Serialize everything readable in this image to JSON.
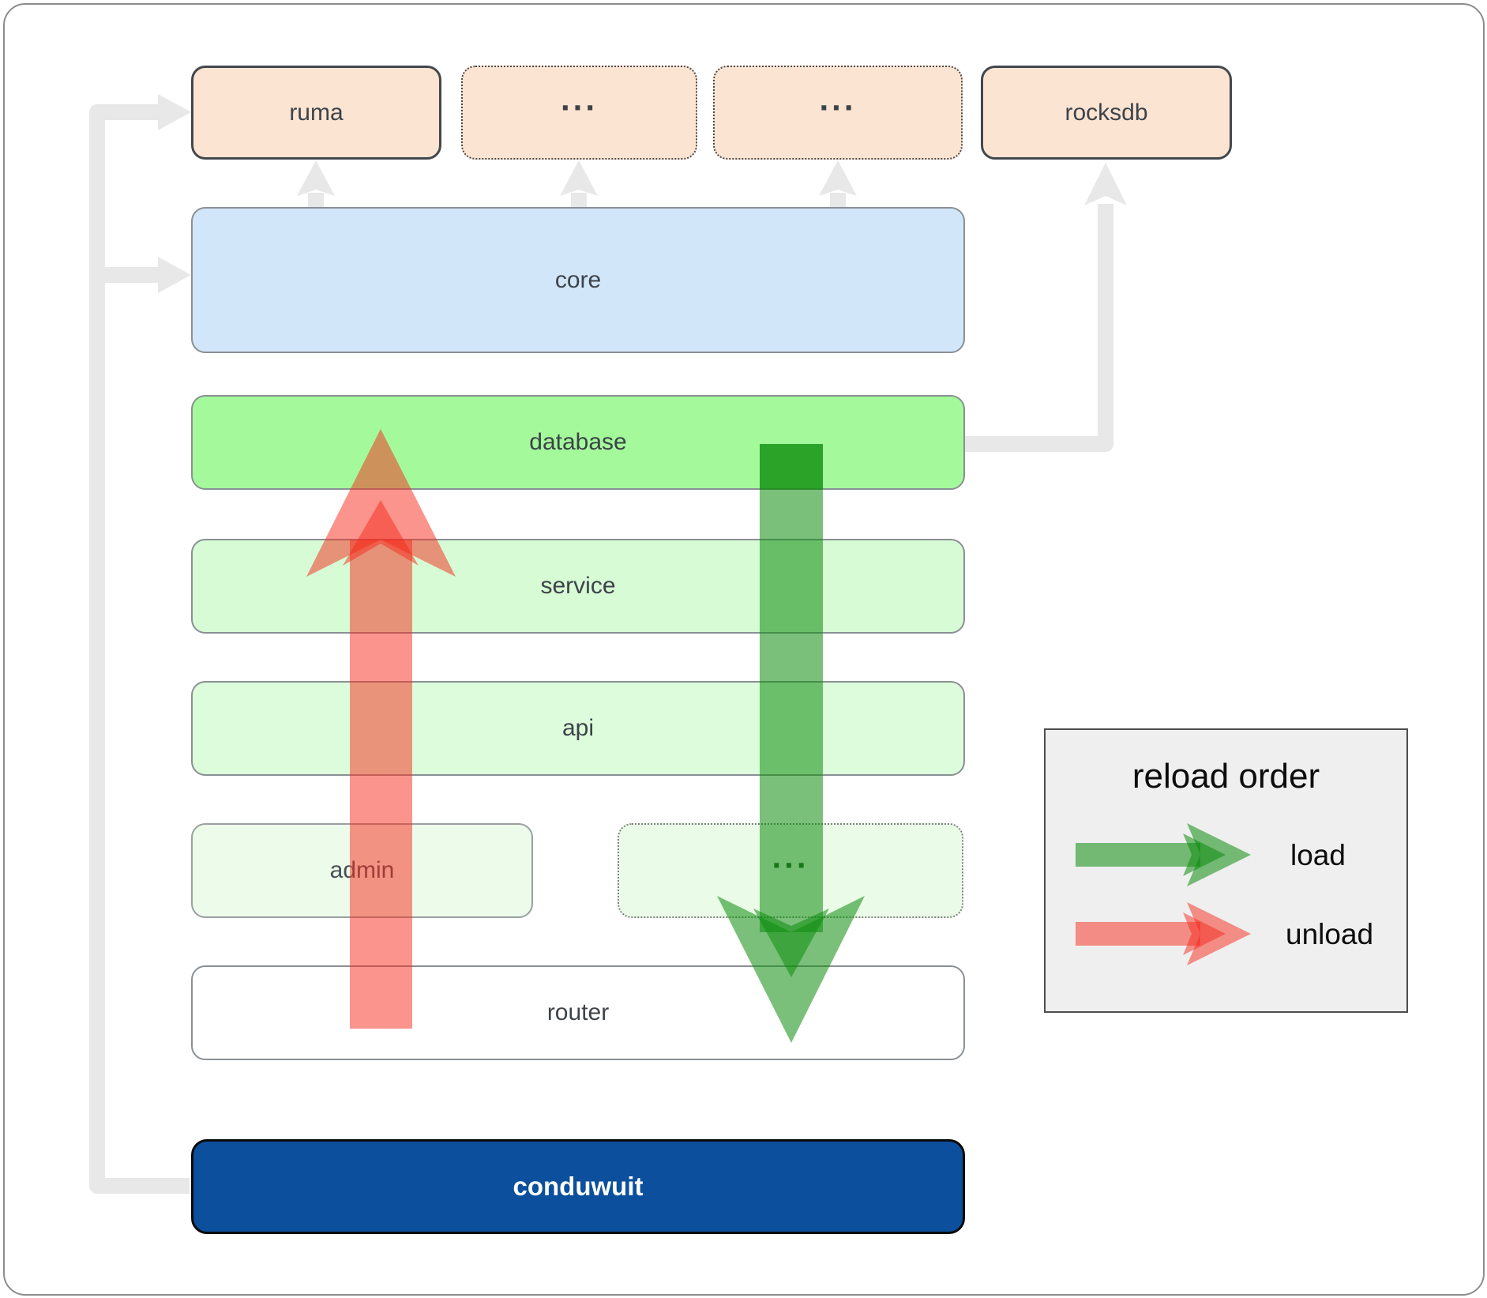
{
  "diagram": {
    "boxes": {
      "ruma": {
        "label": "ruma"
      },
      "ellipsis1": {
        "label": "..."
      },
      "ellipsis2": {
        "label": "..."
      },
      "rocksdb": {
        "label": "rocksdb"
      },
      "core": {
        "label": "core"
      },
      "database": {
        "label": "database"
      },
      "service": {
        "label": "service"
      },
      "api": {
        "label": "api"
      },
      "admin": {
        "label": "admin"
      },
      "ellipsis3": {
        "label": "..."
      },
      "router": {
        "label": "router"
      },
      "conduwuit": {
        "label": "conduwuit"
      }
    },
    "legend": {
      "title": "reload order",
      "items": [
        {
          "label": "load",
          "color": "#0c8c0c"
        },
        {
          "label": "unload",
          "color": "#f5291b"
        }
      ]
    },
    "colors": {
      "load_green": "#0c8c0c",
      "unload_red": "#f5291b",
      "connector_gray": "#e8e8e8",
      "peach": "#fce4d2",
      "core_blue": "#d2e6fa",
      "database_green": "#a4fa9a",
      "service_green": "#d7fbd5",
      "api_green": "#ddfcdb",
      "admin_green": "#ecfbea",
      "router_white": "#ffffff",
      "conduwuit_navy": "#0b4f9d",
      "legend_bg": "#efefef"
    }
  }
}
